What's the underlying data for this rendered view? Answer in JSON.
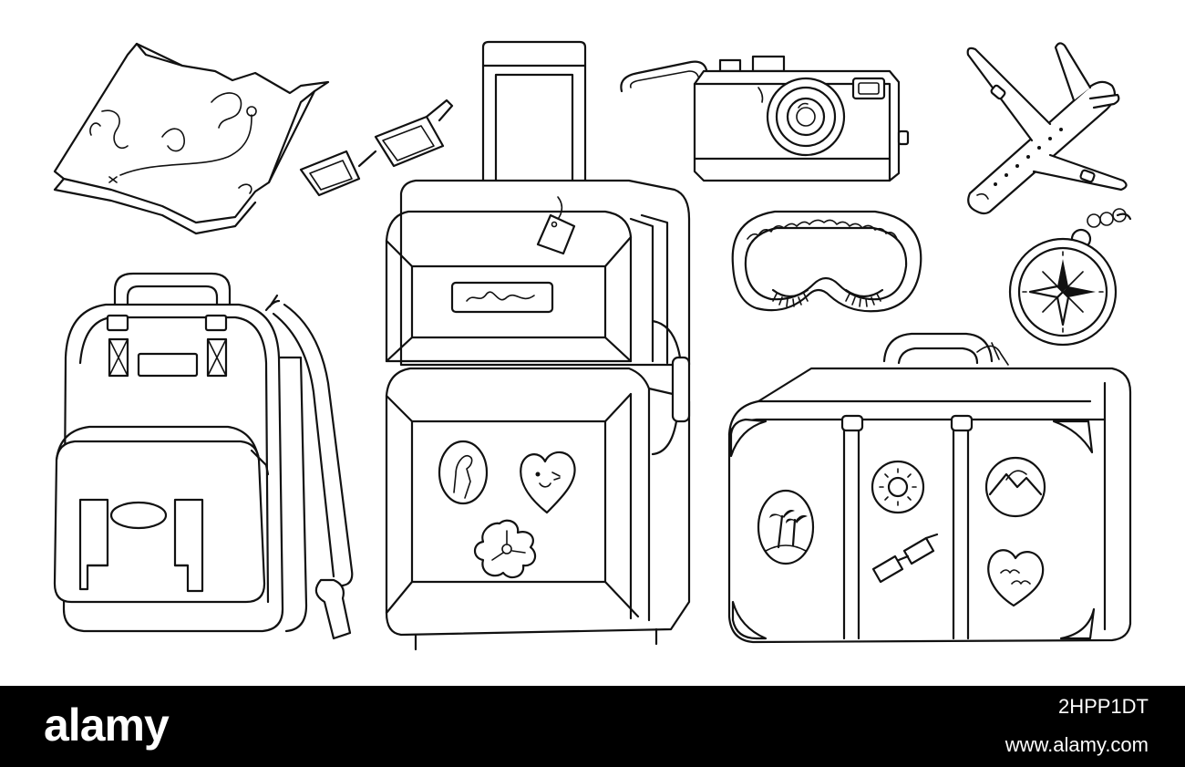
{
  "illustration": {
    "style": "black outline doodle on white",
    "items": [
      {
        "name": "folded-map",
        "icon": "map-icon"
      },
      {
        "name": "sunglasses",
        "icon": "glasses-icon"
      },
      {
        "name": "rolling-suitcase",
        "icon": "trolley-luggage-icon"
      },
      {
        "name": "camera",
        "icon": "camera-icon"
      },
      {
        "name": "airplane",
        "icon": "airplane-icon"
      },
      {
        "name": "sleep-mask",
        "icon": "sleep-mask-icon"
      },
      {
        "name": "compass",
        "icon": "compass-icon"
      },
      {
        "name": "backpack",
        "icon": "backpack-icon"
      },
      {
        "name": "vintage-suitcase",
        "icon": "suitcase-icon"
      }
    ],
    "colors": {
      "line": "#111111",
      "background": "#ffffff"
    }
  },
  "watermark": {
    "brand": "alamy",
    "image_id": "2HPP1DT",
    "url": "www.alamy.com",
    "colors": {
      "bar": "#000000",
      "text": "#ffffff"
    }
  }
}
